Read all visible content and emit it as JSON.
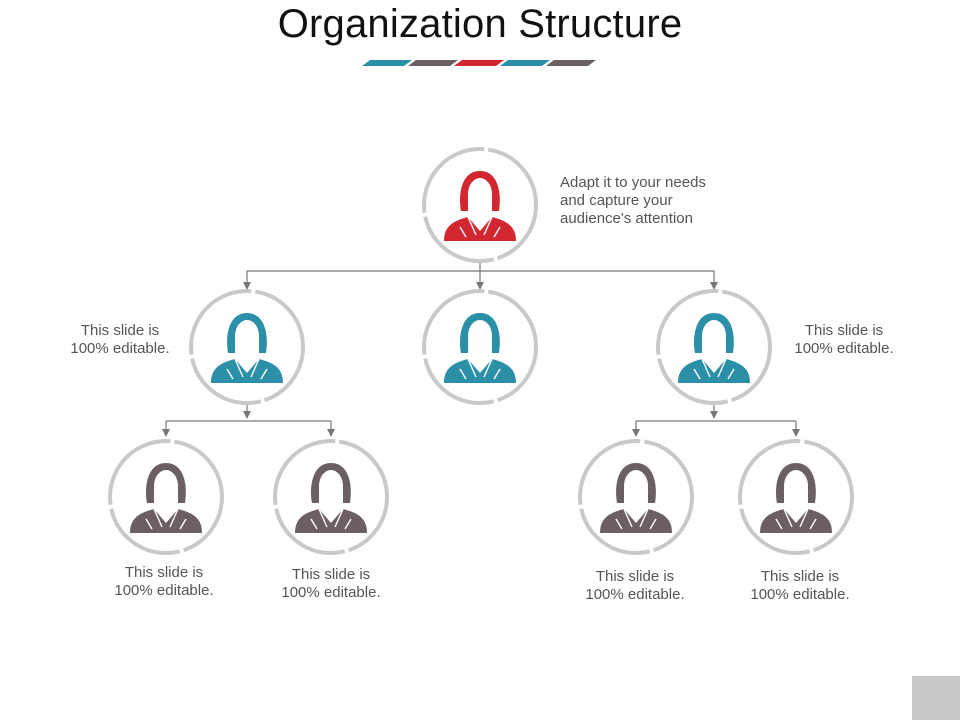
{
  "title": "Organization Structure",
  "colors": {
    "top": "#d22630",
    "level2": "#2c8fa8",
    "level3": "#6b5f64",
    "ring": "#c9c9c9",
    "line": "#777777",
    "accent_bar": [
      "#2c8fa8",
      "#6b5f64",
      "#d22630",
      "#2c8fa8",
      "#6b5f64"
    ]
  },
  "nodes": {
    "top": {
      "icon": "businesswoman-icon",
      "text": "Adapt it to your needs\nand capture your\naudience's attention"
    },
    "level2": [
      {
        "icon": "businesswoman-icon",
        "text": "This slide is\n100% editable."
      },
      {
        "icon": "businesswoman-icon",
        "text": ""
      },
      {
        "icon": "businesswoman-icon",
        "text": "This slide is\n100% editable."
      }
    ],
    "level3": [
      {
        "icon": "businesswoman-icon",
        "text": "This slide is\n100% editable."
      },
      {
        "icon": "businesswoman-icon",
        "text": "This slide is\n100% editable."
      },
      {
        "icon": "businesswoman-icon",
        "text": "This slide is\n100% editable."
      },
      {
        "icon": "businesswoman-icon",
        "text": "This slide is\n100% editable."
      }
    ]
  }
}
